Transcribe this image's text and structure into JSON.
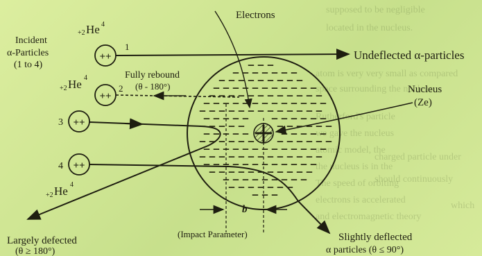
{
  "labels": {
    "electrons": "Electrons",
    "undeflected": "Undeflected α-particles",
    "nucleus": "Nucleus",
    "nucleus_charge": "(Ze)",
    "incident_1": "Incident",
    "incident_2": "α-Particles",
    "incident_3": "(1 to 4)",
    "fully_rebound": "Fully rebound",
    "rebound_angle": "(θ - 180°)",
    "largely_1": "Largely defected",
    "largely_2": "(θ ≥ 180°)",
    "slightly_1": "Slightly deflected",
    "slightly_2": "α particles (θ ≤ 90°)",
    "impact": "(Impact Parameter)",
    "b": "b",
    "he_base": "He",
    "he_pre": "+2",
    "he_sup": "4",
    "plusplus": "++",
    "n1": "1",
    "n2": "2",
    "n3": "3",
    "n4": "4"
  },
  "background_text": [
    "supposed to be negligible",
    "located in the nucleus.",
    "atom is very very small as compared",
    "space surrounding the nucleus",
    "Rutherford's particle",
    "we gave the nucleus",
    "atomic model, the",
    "the nucleus is in the",
    "The speed of orbiting",
    "electrons is accelerated",
    "and electromagnetic theory",
    "charged particle under",
    "should continuously",
    "which"
  ],
  "colors": {
    "background": "#cfe59a",
    "ink": "#1e1e10",
    "nucleus_fill": "#8a9a60"
  }
}
